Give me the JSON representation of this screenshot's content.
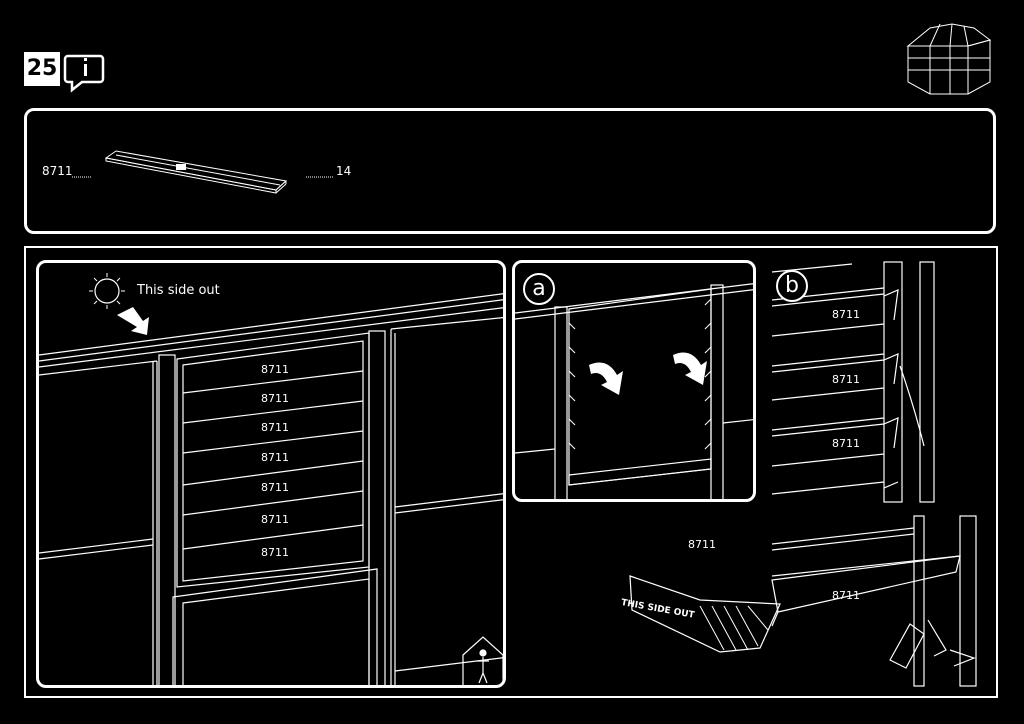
{
  "step": {
    "number": "25"
  },
  "parts": {
    "part_number": "8711",
    "quantity": "14"
  },
  "panel1": {
    "hint": "This side out",
    "slat_labels": [
      "8711",
      "8711",
      "8711",
      "8711",
      "8711",
      "8711",
      "8711"
    ]
  },
  "panel_a": {
    "letter": "a"
  },
  "panel_b": {
    "letter": "b",
    "slat_labels": [
      "8711",
      "8711",
      "8711"
    ]
  },
  "detail": {
    "labels": [
      "8711",
      "8711"
    ],
    "sticker_text": "THIS SIDE OUT"
  },
  "icons": [
    "info-icon",
    "shed-icon",
    "sun-icon",
    "arrow-icon",
    "rotate-arrow-icon",
    "person-inside-icon"
  ]
}
